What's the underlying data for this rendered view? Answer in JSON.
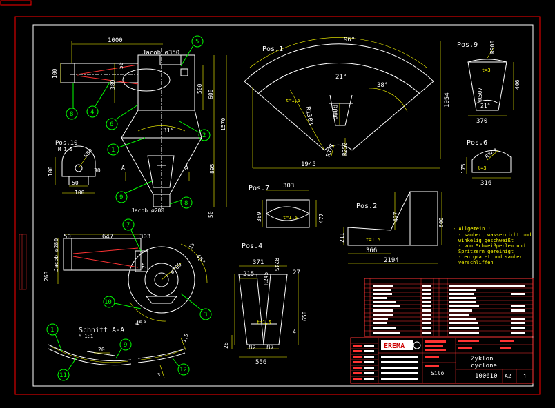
{
  "frame": {
    "border_color": "#ff0000",
    "line_color": "#ffffff",
    "dim_color": "#ffff00",
    "balloon_color": "#00ff00"
  },
  "main_view": {
    "dims": {
      "width_top": "1000",
      "jacob_top": "Jacob ø350",
      "d100": "100",
      "d50": "50",
      "d389": "389",
      "d500": "500",
      "d600": "600",
      "d1570": "1570",
      "d895": "895",
      "d50b": "50",
      "angle31": "31°",
      "jacob_bottom": "Jacob ø200",
      "section_mark_a": "A"
    },
    "balloons": [
      "5",
      "8",
      "4",
      "6",
      "2",
      "1",
      "9",
      "8"
    ]
  },
  "pos1": {
    "title": "Pos.1",
    "angle96": "96°",
    "angle21": "21°",
    "angle38": "38°",
    "r1303": "R1303",
    "r880": "R880",
    "r377": "R377",
    "r252": "R252",
    "d1945": "1945",
    "d1054": "1054",
    "thick": "t=1,5"
  },
  "pos9": {
    "title": "Pos.9",
    "r900": "R900",
    "thick": "t=3",
    "r507": "R507",
    "d406": "406",
    "angle21": "21°",
    "d370": "370"
  },
  "pos10": {
    "title": "Pos.10",
    "sub": "M 1:5",
    "r50": "R50",
    "d100": "100",
    "d30": "30",
    "d50": "50",
    "d100b": "100"
  },
  "pos6": {
    "title": "Pos.6",
    "r367": "R367",
    "d175": "175",
    "thick": "t=3",
    "d316": "316"
  },
  "pos7": {
    "title": "Pos.7",
    "d303": "303",
    "d389": "389",
    "d477": "477",
    "thick": "t=1,5"
  },
  "pos2": {
    "title": "Pos.2",
    "d477": "477",
    "d600": "600",
    "d211": "211",
    "thick": "t=1,5",
    "d366": "366",
    "d2194": "2194"
  },
  "notes": {
    "heading": "- Allgemein :",
    "lines": [
      "- sauber, wasserdicht und",
      "  winkelig geschweißt",
      "- von Schweißperlen und",
      "  Spritzern gereinigt",
      "- entgratet und sauber",
      "  verschliffen"
    ]
  },
  "bottom_view": {
    "dims": {
      "d50": "50",
      "d647": "647",
      "d303": "303",
      "d280": "Jacob ø280",
      "d263": "263",
      "d75": "75",
      "d700": "ø700",
      "d45a": "45°",
      "d45b": "45°",
      "d15": "15"
    },
    "balloons": [
      "7",
      "10",
      "3"
    ]
  },
  "section": {
    "title": "Schnitt A-A",
    "scale": "M 1:1",
    "d20": "20",
    "d15": "1,5",
    "d3": "3",
    "balloons": [
      "1",
      "9",
      "11",
      "12"
    ]
  },
  "pos4": {
    "title": "Pos.4",
    "d371": "371",
    "d215": "215",
    "d27": "27",
    "d82": "82",
    "d87": "87",
    "d556": "556",
    "d650": "650",
    "d4": "4",
    "d28": "28",
    "thick": "t=1,5",
    "r245": "R245",
    "r245b": "R245"
  },
  "title_block": {
    "logo": "EREMA",
    "title1": "Zyklon",
    "title2": "cyclone",
    "drawing_no": "100610",
    "format": "A2",
    "sheet": "1",
    "material": "Silo"
  }
}
